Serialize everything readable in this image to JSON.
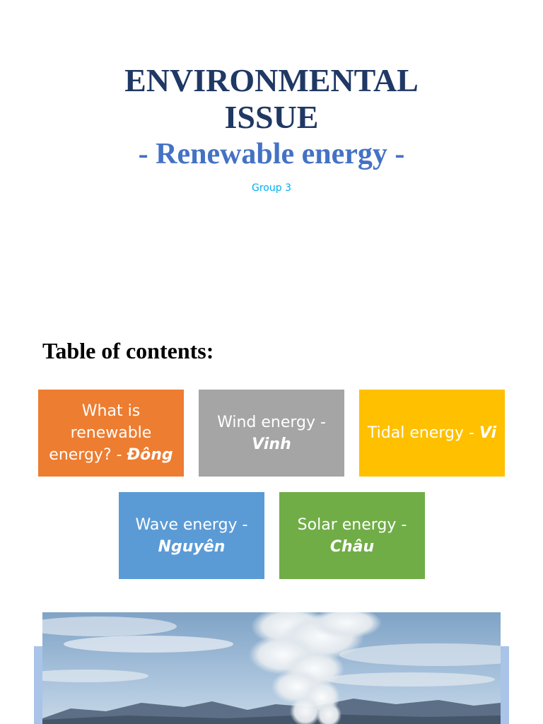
{
  "title_slide": {
    "title_line1": "ENVIRONMENTAL",
    "title_line2": "ISSUE",
    "subtitle": "- Renewable energy -",
    "group": "Group 3"
  },
  "toc": {
    "heading": "Table of contents:",
    "items": [
      {
        "topic_line1": "What is",
        "topic_line2": "renewable",
        "topic_line3": "energy? -",
        "presenter": "Đông",
        "color": "#ed7d31"
      },
      {
        "topic": "Wind energy -",
        "presenter": "Vinh",
        "color": "#a5a5a5"
      },
      {
        "topic": "Tidal energy -",
        "presenter": "Vi",
        "color": "#ffc000"
      },
      {
        "topic": "Wave energy -",
        "presenter": "Nguyên",
        "color": "#5b9bd5"
      },
      {
        "topic": "Solar energy -",
        "presenter": "Châu",
        "color": "#70ad47"
      }
    ]
  },
  "image": {
    "subject": "geothermal-plant-steam-photo"
  }
}
